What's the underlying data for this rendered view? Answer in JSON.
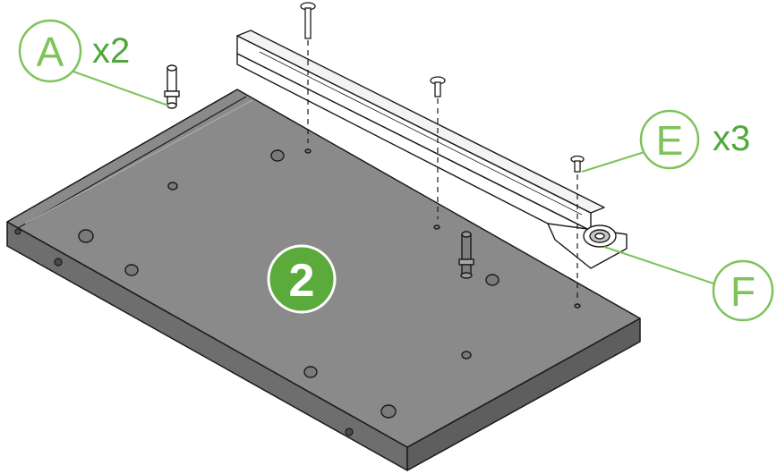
{
  "step": {
    "number": "2"
  },
  "callouts": [
    {
      "letter": "A",
      "quantity": "x2"
    },
    {
      "letter": "E",
      "quantity": "x3"
    },
    {
      "letter": "F",
      "quantity": ""
    }
  ],
  "colors": {
    "accent_green": "#7dc35a",
    "step_badge": "#5aab3c",
    "panel_top": "#8a8a8a",
    "panel_edge": "#6e6e6e",
    "outline": "#1a1a1a"
  },
  "icons": [
    "screw-icon",
    "dowel-icon",
    "rail-bracket-icon",
    "caster-wheel-icon"
  ]
}
